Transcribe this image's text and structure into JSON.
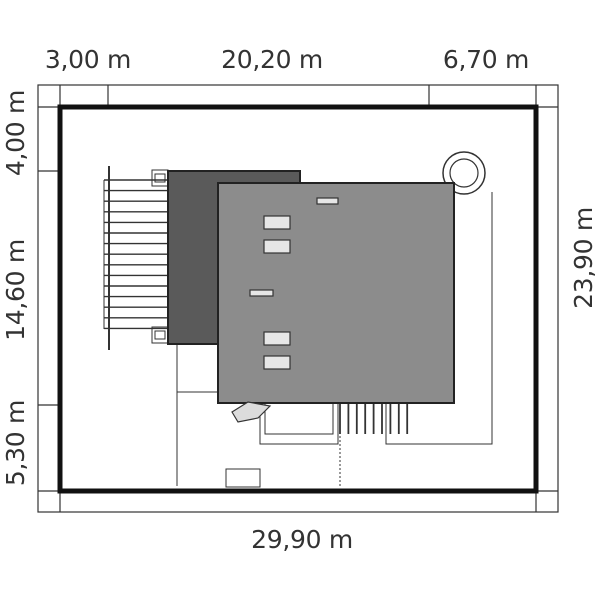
{
  "dimensions": {
    "top_left": "3,00 m",
    "top_middle": "20,20 m",
    "top_right": "6,70 m",
    "left_top": "4,00 m",
    "left_middle": "14,60 m",
    "left_bottom": "5,30 m",
    "right_total": "23,90 m",
    "bottom_total": "29,90 m"
  }
}
